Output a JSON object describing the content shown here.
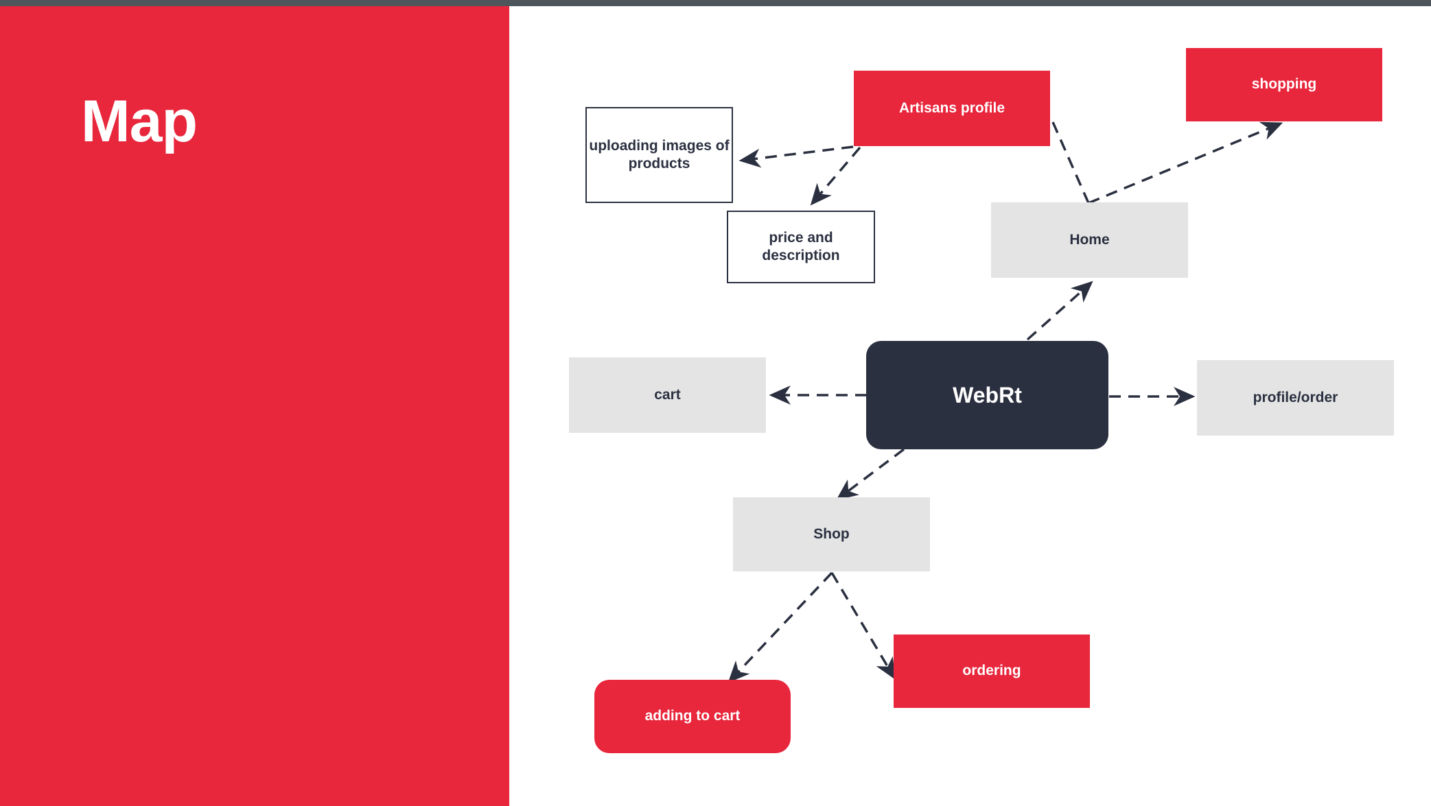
{
  "slide": {
    "title": "Map",
    "colors": {
      "red": "#e8263c",
      "dark": "#2b3040",
      "gray": "#e4e4e4",
      "white": "#ffffff",
      "topbar": "#4e565c"
    }
  },
  "diagram": {
    "type": "mind-map",
    "nodes": [
      {
        "id": "upload",
        "label": "uploading images of products",
        "style": "outline"
      },
      {
        "id": "artisans",
        "label": "Artisans profile",
        "style": "red"
      },
      {
        "id": "shopping",
        "label": "shopping",
        "style": "red"
      },
      {
        "id": "price",
        "label": "price and description",
        "style": "outline"
      },
      {
        "id": "home",
        "label": "Home",
        "style": "gray"
      },
      {
        "id": "cart",
        "label": "cart",
        "style": "gray"
      },
      {
        "id": "webrt",
        "label": "WebRt",
        "style": "dark"
      },
      {
        "id": "profile",
        "label": "profile/order",
        "style": "gray"
      },
      {
        "id": "shop",
        "label": "Shop",
        "style": "gray"
      },
      {
        "id": "ordering",
        "label": "ordering",
        "style": "red"
      },
      {
        "id": "addcart",
        "label": "adding to cart",
        "style": "red"
      }
    ],
    "edges": [
      {
        "from": "artisans",
        "to": "upload",
        "style": "dashed",
        "arrow": "end"
      },
      {
        "from": "artisans",
        "to": "price",
        "style": "dashed",
        "arrow": "end"
      },
      {
        "from": "artisans",
        "to": "home",
        "style": "dashed",
        "arrow": "none"
      },
      {
        "from": "home",
        "to": "shopping",
        "style": "dashed",
        "arrow": "end"
      },
      {
        "from": "webrt",
        "to": "home",
        "style": "dashed",
        "arrow": "end"
      },
      {
        "from": "webrt",
        "to": "cart",
        "style": "dashed",
        "arrow": "end"
      },
      {
        "from": "webrt",
        "to": "profile",
        "style": "dashed",
        "arrow": "end"
      },
      {
        "from": "webrt",
        "to": "shop",
        "style": "dashed",
        "arrow": "end"
      },
      {
        "from": "shop",
        "to": "addcart",
        "style": "dashed",
        "arrow": "end"
      },
      {
        "from": "shop",
        "to": "ordering",
        "style": "dashed",
        "arrow": "end"
      }
    ]
  }
}
